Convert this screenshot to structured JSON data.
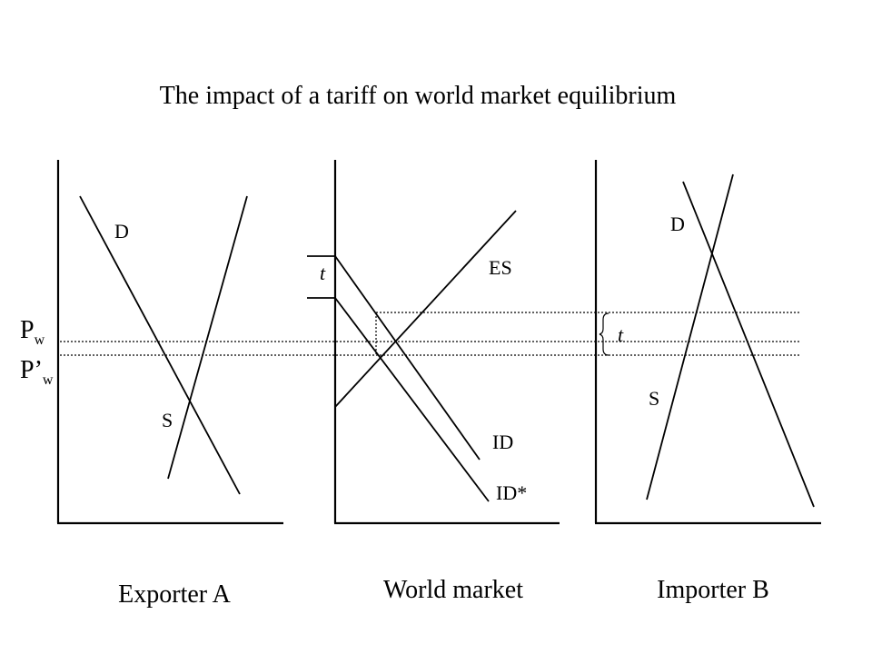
{
  "title": "The impact of a tariff on world market equilibrium",
  "price_labels": {
    "pw_main": "P",
    "pw_sub": "w",
    "pw_prime_main": "P’",
    "pw_prime_sub": "w"
  },
  "panels": {
    "exporter": {
      "title": "Exporter A",
      "demand_label": "D",
      "supply_label": "S"
    },
    "world": {
      "title": "World market",
      "es_label": "ES",
      "id_label": "ID",
      "id_star_label": "ID*",
      "tariff_label": "t"
    },
    "importer": {
      "title": "Importer B",
      "demand_label": "D",
      "supply_label": "S",
      "tariff_label": "t"
    }
  }
}
